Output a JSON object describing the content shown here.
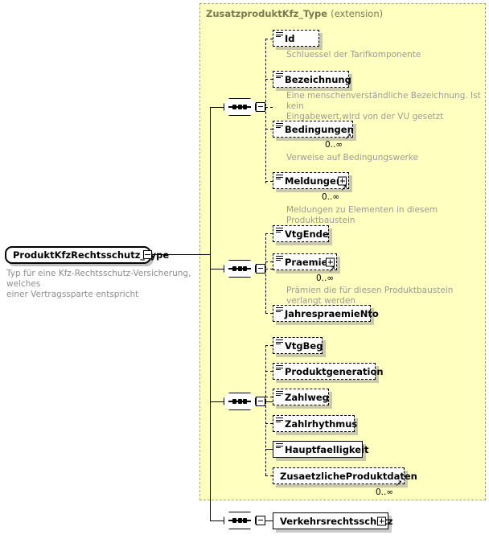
{
  "diagram": {
    "kind": "xsd-schema-diagram",
    "root": {
      "name": "ProduktKfzRechtsschutz_Type",
      "description": "Typ für eine Kfz-Rechtsschutz-Versicherung, welches\neiner Vertragssparte entspricht",
      "collapse_icon": "minus-icon"
    },
    "extension": {
      "type_name": "ZusatzproduktKfz_Type",
      "kind_label": "(extension)"
    },
    "compositors": [
      {
        "symbol": "sequence",
        "collapse_icon": "minus-icon"
      },
      {
        "symbol": "sequence",
        "collapse_icon": "minus-icon"
      },
      {
        "symbol": "sequence",
        "collapse_icon": "minus-icon"
      },
      {
        "symbol": "sequence",
        "collapse_icon": "minus-icon"
      }
    ],
    "elements": [
      {
        "name": "Id",
        "border": "dashed",
        "occurrence": "",
        "expander": false,
        "repeat": false,
        "attr_icon": "attribute-lines-icon",
        "description": "Schluessel der Tarifkomponente"
      },
      {
        "name": "Bezeichnung",
        "border": "dashed",
        "occurrence": "",
        "expander": false,
        "repeat": false,
        "attr_icon": "attribute-lines-icon",
        "description": "Eine menschenverständliche Bezeichnung. Ist kein\nEingabewert,wird von der VU gesetzt"
      },
      {
        "name": "Bedingungen",
        "border": "dashed",
        "occurrence": "0..∞",
        "expander": false,
        "repeat": true,
        "attr_icon": "attribute-lines-icon",
        "description": "Verweise auf Bedingungswerke"
      },
      {
        "name": "Meldungen",
        "border": "dashed",
        "occurrence": "0..∞",
        "expander": true,
        "repeat": true,
        "attr_icon": "attribute-lines-icon",
        "description": "Meldungen zu Elementen in diesem Produktbaustein"
      },
      {
        "name": "VtgEnde",
        "border": "dashed",
        "occurrence": "",
        "expander": false,
        "repeat": false,
        "attr_icon": "attribute-lines-icon",
        "description": ""
      },
      {
        "name": "Praemie",
        "border": "dashed",
        "occurrence": "0..∞",
        "expander": true,
        "repeat": true,
        "attr_icon": "attribute-lines-icon",
        "description": "Prämien die für diesen Produktbaustein verlangt werden"
      },
      {
        "name": "JahrespraemieNto",
        "border": "dashed",
        "occurrence": "",
        "expander": false,
        "repeat": false,
        "attr_icon": "attribute-lines-icon",
        "description": ""
      },
      {
        "name": "VtgBeg",
        "border": "dashed",
        "occurrence": "",
        "expander": false,
        "repeat": false,
        "attr_icon": "attribute-lines-icon",
        "description": ""
      },
      {
        "name": "Produktgeneration",
        "border": "dashed",
        "occurrence": "",
        "expander": false,
        "repeat": false,
        "attr_icon": "attribute-lines-icon",
        "description": ""
      },
      {
        "name": "Zahlweg",
        "border": "dashed",
        "occurrence": "",
        "expander": false,
        "repeat": false,
        "attr_icon": "attribute-lines-icon",
        "description": ""
      },
      {
        "name": "Zahlrhythmus",
        "border": "dashed",
        "occurrence": "",
        "expander": false,
        "repeat": false,
        "attr_icon": "attribute-lines-icon",
        "description": ""
      },
      {
        "name": "Hauptfaelligkeit",
        "border": "solid",
        "occurrence": "",
        "expander": false,
        "repeat": false,
        "attr_icon": "attribute-lines-icon",
        "description": ""
      },
      {
        "name": "ZusaetzlicheProduktdaten",
        "border": "dashed",
        "occurrence": "0..∞",
        "expander": false,
        "repeat": true,
        "attr_icon": "",
        "description": ""
      },
      {
        "name": "Verkehrsrechtsschutz",
        "border": "solid",
        "occurrence": "",
        "expander": true,
        "repeat": false,
        "attr_icon": "",
        "description": ""
      }
    ],
    "colors": {
      "panel_fill": "#ffffbf",
      "panel_border": "#a8a878",
      "title_text": "#7a7a52",
      "description_text": "#9a9a9a",
      "box_fill": "#ffffff",
      "line": "#000000"
    }
  }
}
